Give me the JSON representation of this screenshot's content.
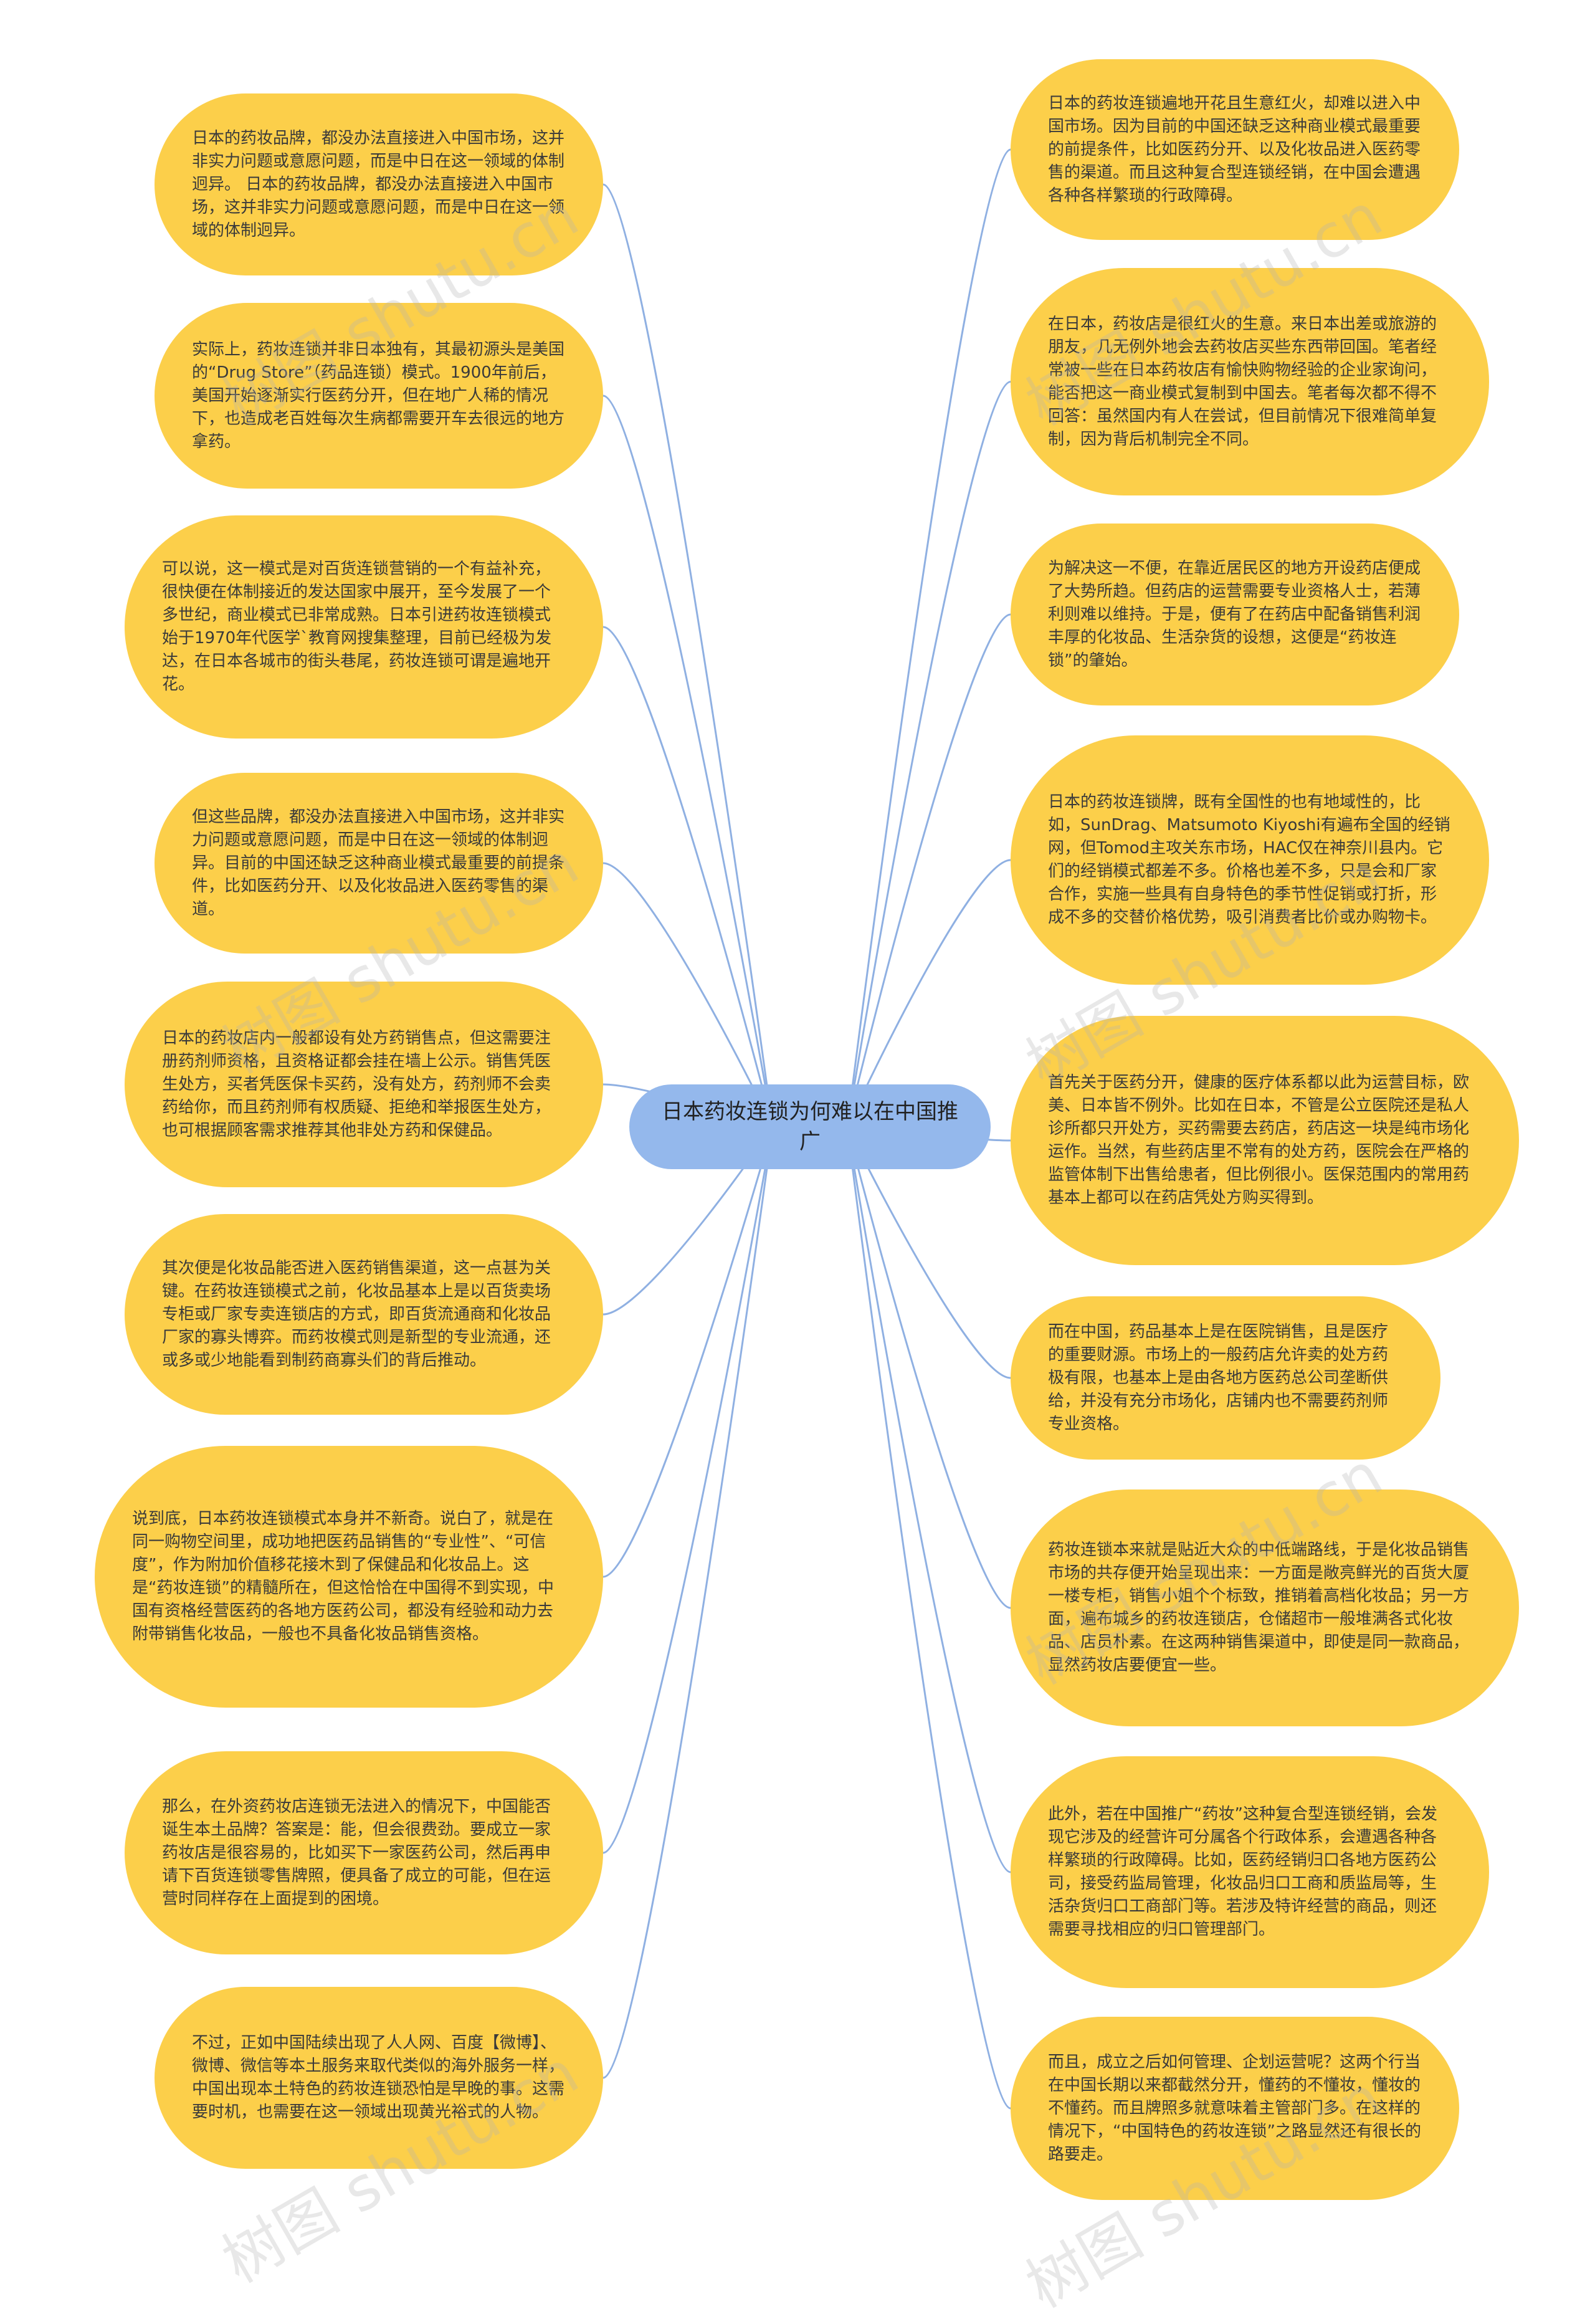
{
  "center": {
    "title": "日本药妆连锁为何难以在中国推广"
  },
  "watermark": "树图 shutu.cn",
  "left_nodes": [
    {
      "text": "日本的药妆品牌，都没办法直接进入中国市场，这并非实力问题或意愿问题，而是中日在这一领域的体制迥异。 日本的药妆品牌，都没办法直接进入中国市场，这并非实力问题或意愿问题，而是中日在这一领域的体制迥异。"
    },
    {
      "text": "实际上，药妆连锁并非日本独有，其最初源头是美国的“Drug Store”（药品连锁）模式。1900年前后，美国开始逐渐实行医药分开，但在地广人稀的情况下，也造成老百姓每次生病都需要开车去很远的地方拿药。"
    },
    {
      "text": "可以说，这一模式是对百货连锁营销的一个有益补充，很快便在体制接近的发达国家中展开，至今发展了一个多世纪，商业模式已非常成熟。日本引进药妆连锁模式始于1970年代医学`教育网搜集整理，目前已经极为发达，在日本各城市的街头巷尾，药妆连锁可谓是遍地开花。"
    },
    {
      "text": "但这些品牌，都没办法直接进入中国市场，这并非实力问题或意愿问题，而是中日在这一领域的体制迥异。目前的中国还缺乏这种商业模式最重要的前提条件，比如医药分开、以及化妆品进入医药零售的渠道。"
    },
    {
      "text": "日本的药妆店内一般都设有处方药销售点，但这需要注册药剂师资格，且资格证都会挂在墙上公示。销售凭医生处方，买者凭医保卡买药，没有处方，药剂师不会卖药给你，而且药剂师有权质疑、拒绝和举报医生处方，也可根据顾客需求推荐其他非处方药和保健品。"
    },
    {
      "text": "其次便是化妆品能否进入医药销售渠道，这一点甚为关键。在药妆连锁模式之前，化妆品基本上是以百货卖场专柜或厂家专卖连锁店的方式，即百货流通商和化妆品厂家的寡头博弈。而药妆模式则是新型的专业流通，还或多或少地能看到制药商寡头们的背后推动。"
    },
    {
      "text": "说到底，日本药妆连锁模式本身并不新奇。说白了，就是在同一购物空间里，成功地把医药品销售的“专业性”、“可信度”，作为附加价值移花接木到了保健品和化妆品上。这是“药妆连锁”的精髓所在，但这恰恰在中国得不到实现，中国有资格经营医药的各地方医药公司，都没有经验和动力去附带销售化妆品，一般也不具备化妆品销售资格。"
    },
    {
      "text": "那么，在外资药妆店连锁无法进入的情况下，中国能否诞生本土品牌？答案是：能，但会很费劲。要成立一家药妆店是很容易的，比如买下一家医药公司，然后再申请下百货连锁零售牌照，便具备了成立的可能，但在运营时同样存在上面提到的困境。"
    },
    {
      "text": "不过，正如中国陆续出现了人人网、百度【微博】、微博、微信等本土服务来取代类似的海外服务一样，中国出现本土特色的药妆连锁恐怕是早晚的事。这需要时机，也需要在这一领域出现黄光裕式的人物。"
    }
  ],
  "right_nodes": [
    {
      "text": "日本的药妆连锁遍地开花且生意红火，却难以进入中国市场。因为目前的中国还缺乏这种商业模式最重要的前提条件，比如医药分开、以及化妆品进入医药零售的渠道。而且这种复合型连锁经销，在中国会遭遇各种各样繁琐的行政障碍。"
    },
    {
      "text": "在日本，药妆店是很红火的生意。来日本出差或旅游的朋友，几无例外地会去药妆店买些东西带回国。笔者经常被一些在日本药妆店有愉快购物经验的企业家询问，能否把这一商业模式复制到中国去。笔者每次都不得不回答：虽然国内有人在尝试，但目前情况下很难简单复制，因为背后机制完全不同。"
    },
    {
      "text": "为解决这一不便，在靠近居民区的地方开设药店便成了大势所趋。但药店的运营需要专业资格人士，若薄利则难以维持。于是，便有了在药店中配备销售利润丰厚的化妆品、生活杂货的设想，这便是“药妆连锁”的肇始。"
    },
    {
      "text": "日本的药妆连锁牌，既有全国性的也有地域性的，比如，SunDrag、Matsumoto Kiyoshi有遍布全国的经销网，但Tomod主攻关东市场，HAC仅在神奈川县内。它们的经销模式都差不多。价格也差不多，只是会和厂家合作，实施一些具有自身特色的季节性促销或打折，形成不多的交替价格优势，吸引消费者比价或办购物卡。"
    },
    {
      "text": "首先关于医药分开，健康的医疗体系都以此为运营目标，欧美、日本皆不例外。比如在日本，不管是公立医院还是私人诊所都只开处方，买药需要去药店，药店这一块是纯市场化运作。当然，有些药店里不常有的处方药，医院会在严格的监管体制下出售给患者，但比例很小。医保范围内的常用药基本上都可以在药店凭处方购买得到。"
    },
    {
      "text": "而在中国，药品基本上是在医院销售，且是医疗的重要财源。市场上的一般药店允许卖的处方药极有限，也基本上是由各地方医药总公司垄断供给，并没有充分市场化，店铺内也不需要药剂师专业资格。"
    },
    {
      "text": "药妆连锁本来就是贴近大众的中低端路线，于是化妆品销售市场的共存便开始呈现出来：一方面是敞亮鲜光的百货大厦一楼专柜，销售小姐个个标致，推销着高档化妆品；另一方面，遍布城乡的药妆连锁店，仓储超市一般堆满各式化妆品、店员朴素。在这两种销售渠道中，即使是同一款商品，显然药妆店要便宜一些。"
    },
    {
      "text": "此外，若在中国推广“药妆”这种复合型连锁经销，会发现它涉及的经营许可分属各个行政体系，会遭遇各种各样繁琐的行政障碍。比如，医药经销归口各地方医药公司，接受药监局管理，化妆品归口工商和质监局等，生活杂货归口工商部门等。若涉及特许经营的商品，则还需要寻找相应的归口管理部门。"
    },
    {
      "text": "而且，成立之后如何管理、企划运营呢？这两个行当在中国长期以来都截然分开，懂药的不懂妆，懂妆的不懂药。而且牌照多就意味着主管部门多。在这样的情况下，“中国特色的药妆连锁”之路显然还有很长的路要走。"
    }
  ]
}
